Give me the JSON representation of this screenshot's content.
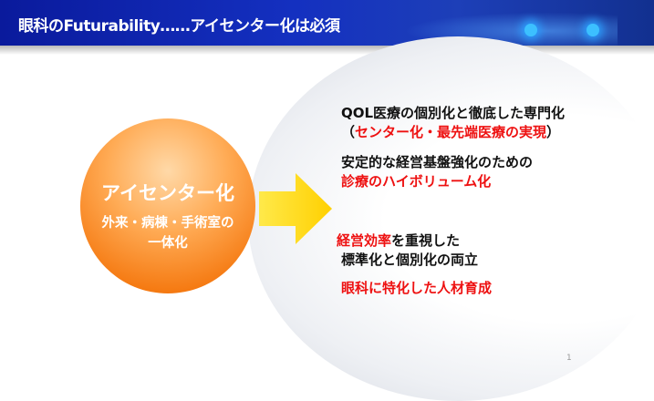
{
  "header": {
    "title": "眼科のFuturability……アイセンター化は必須"
  },
  "center": {
    "title": "アイセンター化",
    "line1": "外来・病棟・手術室の",
    "line2": "一体化"
  },
  "points": [
    {
      "line1": "QOL医療の個別化と徹底した専門化",
      "line2_open": "（",
      "line2_red": "センター化・最先端医療の実現",
      "line2_close": "）"
    },
    {
      "line1": "安定的な経営基盤強化のための",
      "line2_red": "診療のハイボリューム化"
    },
    {
      "line1_red": "経営効率",
      "line1_rest": "を重視した",
      "line2": "標準化と個別化の両立"
    },
    {
      "line1_red": "眼科に特化した人材育成"
    }
  ],
  "page_number": "1",
  "colors": {
    "accent_red": "#ee1111",
    "header_blue": "#1430c0",
    "orange": "#f57a12",
    "arrow_yellow": "#ffd800"
  }
}
